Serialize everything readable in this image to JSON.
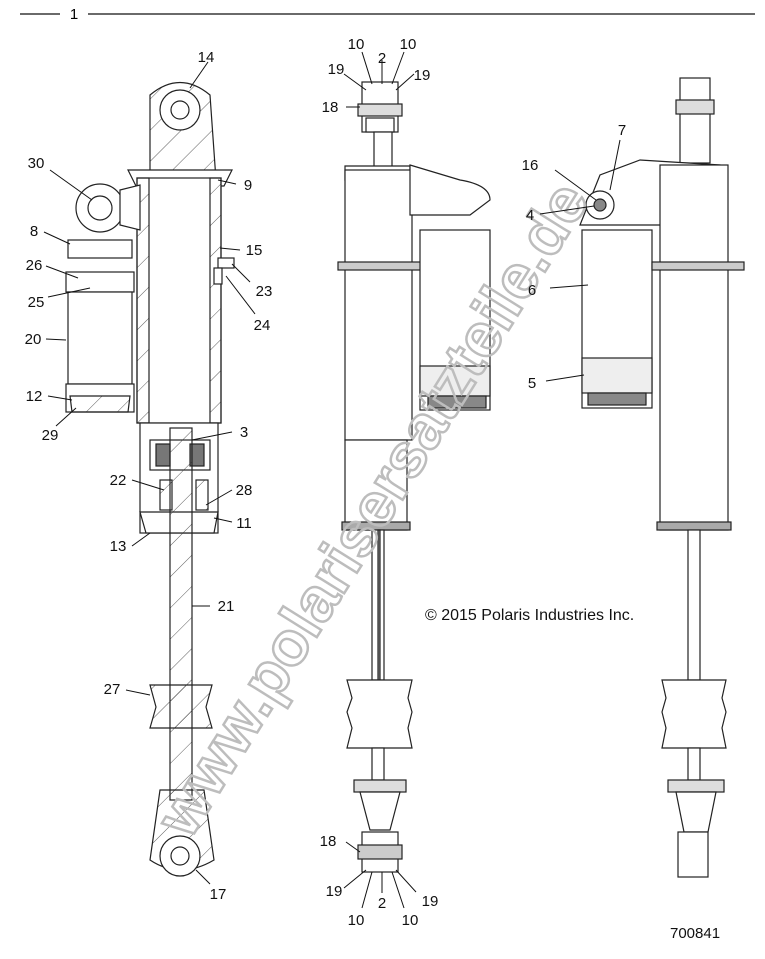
{
  "diagram": {
    "group_number": "1",
    "copyright": "© 2015 Polaris Industries Inc.",
    "figure_id": "700841",
    "watermark": "www.polarisersatzteile.de",
    "callouts": {
      "c1": "1",
      "c2": "2",
      "c3": "3",
      "c4": "4",
      "c5": "5",
      "c6": "6",
      "c7": "7",
      "c8": "8",
      "c9": "9",
      "c10": "10",
      "c11": "11",
      "c12": "12",
      "c13": "13",
      "c14": "14",
      "c15": "15",
      "c16": "16",
      "c17": "17",
      "c18": "18",
      "c19": "19",
      "c20": "20",
      "c21": "21",
      "c22": "22",
      "c23": "23",
      "c24": "24",
      "c25": "25",
      "c26": "26",
      "c27": "27",
      "c28": "28",
      "c29": "29",
      "c30": "30"
    }
  }
}
